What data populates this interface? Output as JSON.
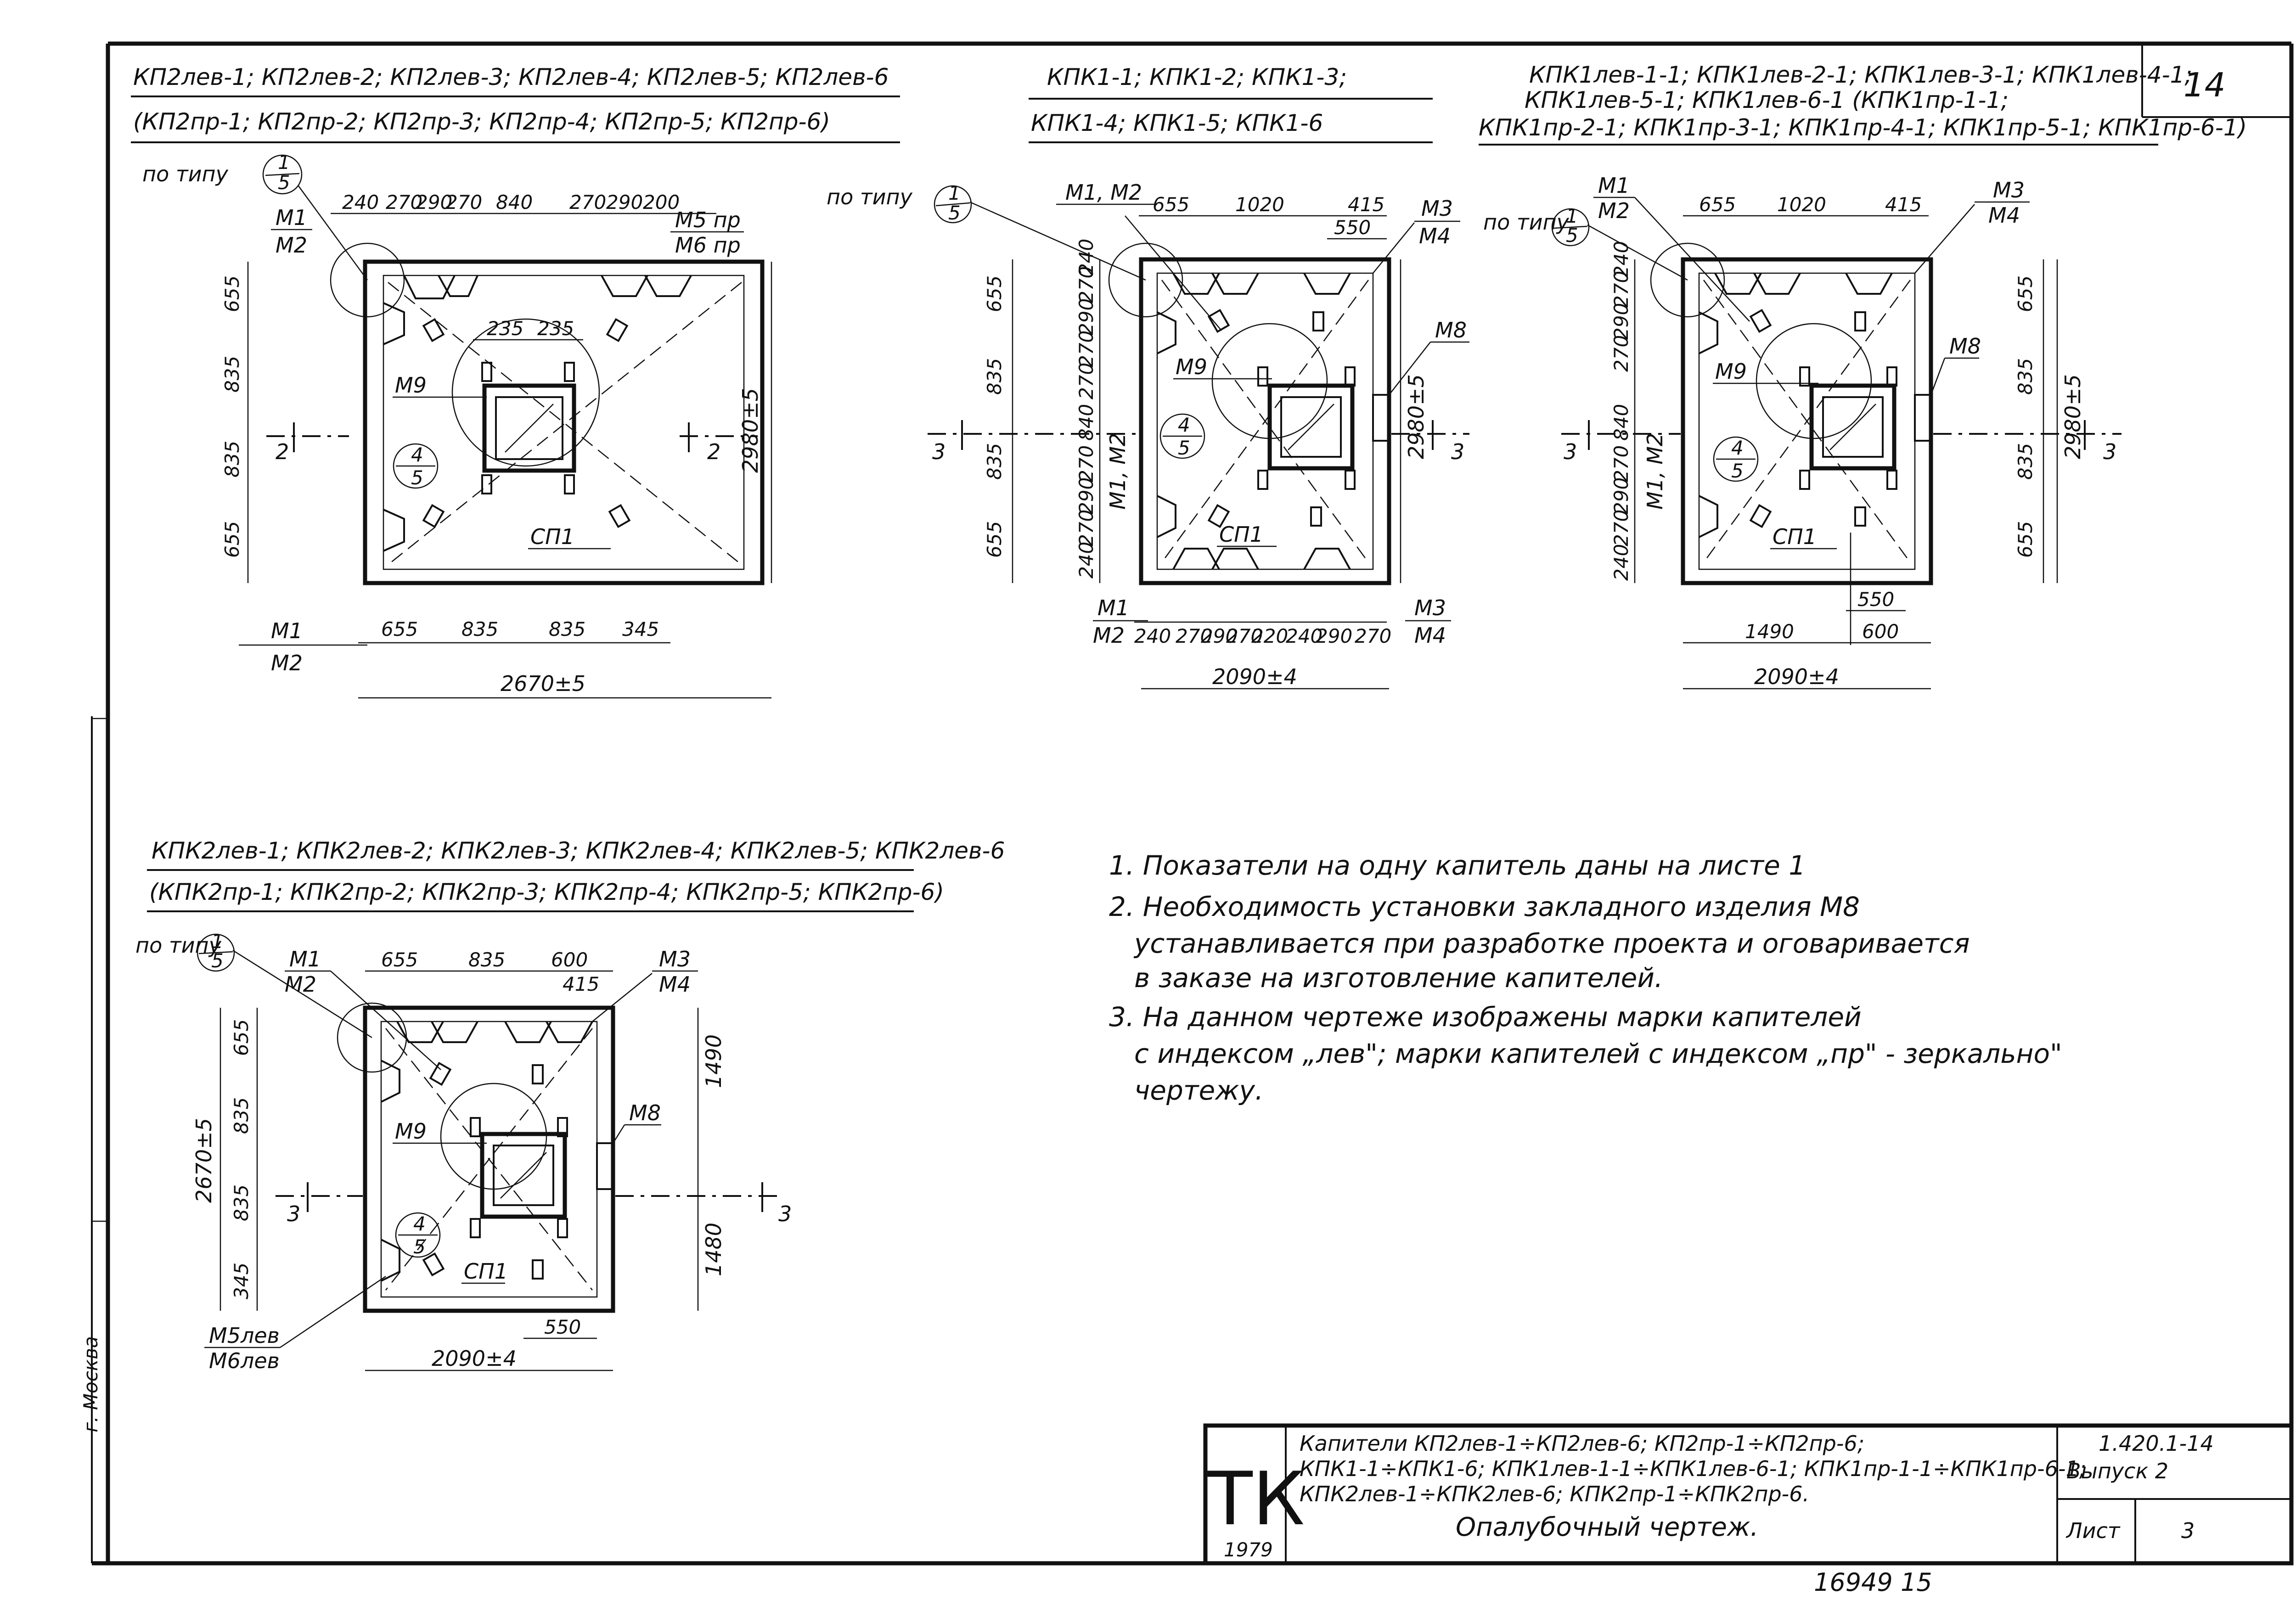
{
  "sheet_number": "14",
  "bottom_note": "16949   15",
  "side_text": {
    "city": "г. Москва"
  },
  "views": {
    "kp2": {
      "title1": "КП2лев-1; КП2лев-2; КП2лев-3; КП2лев-4; КП2лев-5; КП2лев-6",
      "title2": "(КП2пр-1; КП2пр-2; КП2пр-3; КП2пр-4; КП2пр-5; КП2пр-6)",
      "po_tipu": "по типу",
      "ref_num": "1",
      "ref_den": "5",
      "sec_num": "4",
      "sec_den": "5",
      "section_mark": "2",
      "top_dims": [
        "240",
        "270",
        "290",
        "270",
        "840",
        "270",
        "290",
        "200"
      ],
      "left_dims": [
        "655",
        "835",
        "835",
        "655"
      ],
      "bottom_dims": [
        "655",
        "835",
        "835",
        "345"
      ],
      "m9_dims": [
        "235",
        "235"
      ],
      "overall_width": "2670±5",
      "overall_height": "2980±5",
      "labels": {
        "m1": "М1",
        "m2": "М2",
        "m5": "М5 пр",
        "m6": "М6 пр",
        "m9": "М9",
        "sp1": "СП1",
        "m1b": "М1",
        "m2b": "М2"
      }
    },
    "kpk1": {
      "title1": "КПК1-1; КПК1-2; КПК1-3;",
      "title2": "КПК1-4; КПК1-5; КПК1-6",
      "po_tipu": "по типу",
      "ref_num": "1",
      "ref_den": "5",
      "sec_num": "4",
      "sec_den": "5",
      "section_mark": "3",
      "top_dims": [
        "655",
        "1020",
        "415"
      ],
      "top_dim2": "550",
      "left_dims": [
        "655",
        "835",
        "835",
        "655"
      ],
      "left_small": [
        "240",
        "270",
        "290",
        "270",
        "270",
        "840",
        "270",
        "290",
        "270",
        "240"
      ],
      "bottom_dims": [
        "240",
        "270",
        "290",
        "270",
        "220",
        "240",
        "290",
        "270"
      ],
      "overall_width": "2090±4",
      "overall_height": "2980±5",
      "labels": {
        "m1m2": "М1, М2",
        "m3": "М3",
        "m4": "М4",
        "m8": "М8",
        "m9": "М9",
        "m1m2v": "М1, М2",
        "sp1": "СП1",
        "m1b": "М1",
        "m2b": "М2",
        "m3b": "М3",
        "m4b": "М4"
      }
    },
    "kpk1lev": {
      "title1": "КПК1лев-1-1; КПК1лев-2-1; КПК1лев-3-1; КПК1лев-4-1;",
      "title2": "КПК1лев-5-1; КПК1лев-6-1 (КПК1пр-1-1;",
      "title3": "КПК1пр-2-1; КПК1пр-3-1; КПК1пр-4-1; КПК1пр-5-1; КПК1пр-6-1)",
      "po_tipu": "по типу",
      "ref_num": "1",
      "ref_den": "5",
      "sec_num": "4",
      "sec_den": "5",
      "section_mark": "3",
      "top_dims": [
        "655",
        "1020",
        "415"
      ],
      "left_dims": [
        "655",
        "835",
        "835",
        "655"
      ],
      "left_small": [
        "240",
        "270",
        "290",
        "270",
        "840",
        "270",
        "290",
        "270",
        "240"
      ],
      "bottom_dims": [
        "1490",
        "600"
      ],
      "bottom_dim2": "550",
      "overall_width": "2090±4",
      "overall_height": "2980±5",
      "labels": {
        "m1": "М1",
        "m2": "М2",
        "m3": "М3",
        "m4": "М4",
        "m8": "М8",
        "m9": "М9",
        "m1m2v": "М1, М2",
        "sp1": "СП1"
      }
    },
    "kpk2": {
      "title1": "КПК2лев-1; КПК2лев-2; КПК2лев-3; КПК2лев-4; КПК2лев-5; КПК2лев-6",
      "title2": "(КПК2пр-1; КПК2пр-2; КПК2пр-3; КПК2пр-4; КПК2пр-5; КПК2пр-6)",
      "po_tipu": "по типу",
      "ref_num": "1",
      "ref_den": "5",
      "sec_num": "4",
      "sec_den": "5",
      "section_mark": "3",
      "top_dims": [
        "655",
        "835",
        "600"
      ],
      "top_dim2": "415",
      "left_dims": [
        "655",
        "835",
        "835",
        "345"
      ],
      "right_dims": [
        "1490",
        "1480"
      ],
      "bottom_dim": "550",
      "overall_width": "2090±4",
      "overall_height": "2670±5",
      "labels": {
        "m1": "М1",
        "m2": "М2",
        "m3": "М3",
        "m4": "М4",
        "m8": "М8",
        "m9": "М9",
        "sp1": "СП1",
        "m5": "М5лев",
        "m6": "М6лев"
      }
    }
  },
  "notes": [
    "1. Показатели на одну капитель даны на листе 1",
    "2. Необходимость установки закладного изделия М8",
    "устанавливается при разработке проекта и оговаривается",
    "в заказе на изготовление капителей.",
    "3. На данном чертеже изображены марки капителей",
    "с индексом „лев\"; марки капителей с индексом „пр\" - зеркально\"",
    "чертежу."
  ],
  "title_block": {
    "logo": "ТК",
    "year": "1979",
    "line1": "Капители КП2лев-1÷КП2лев-6; КП2пр-1÷КП2пр-6;",
    "line2": "КПК1-1÷КПК1-6; КПК1лев-1-1÷КПК1лев-6-1; КПК1пр-1-1÷КПК1пр-6-1;",
    "line3": "КПК2лев-1÷КПК2лев-6; КПК2пр-1÷КПК2пр-6.",
    "line4": "Опалубочный чертеж.",
    "code": "1.420.1-14",
    "issue": "Выпуск 2",
    "sheet_label": "Лист",
    "sheet_value": "3"
  }
}
